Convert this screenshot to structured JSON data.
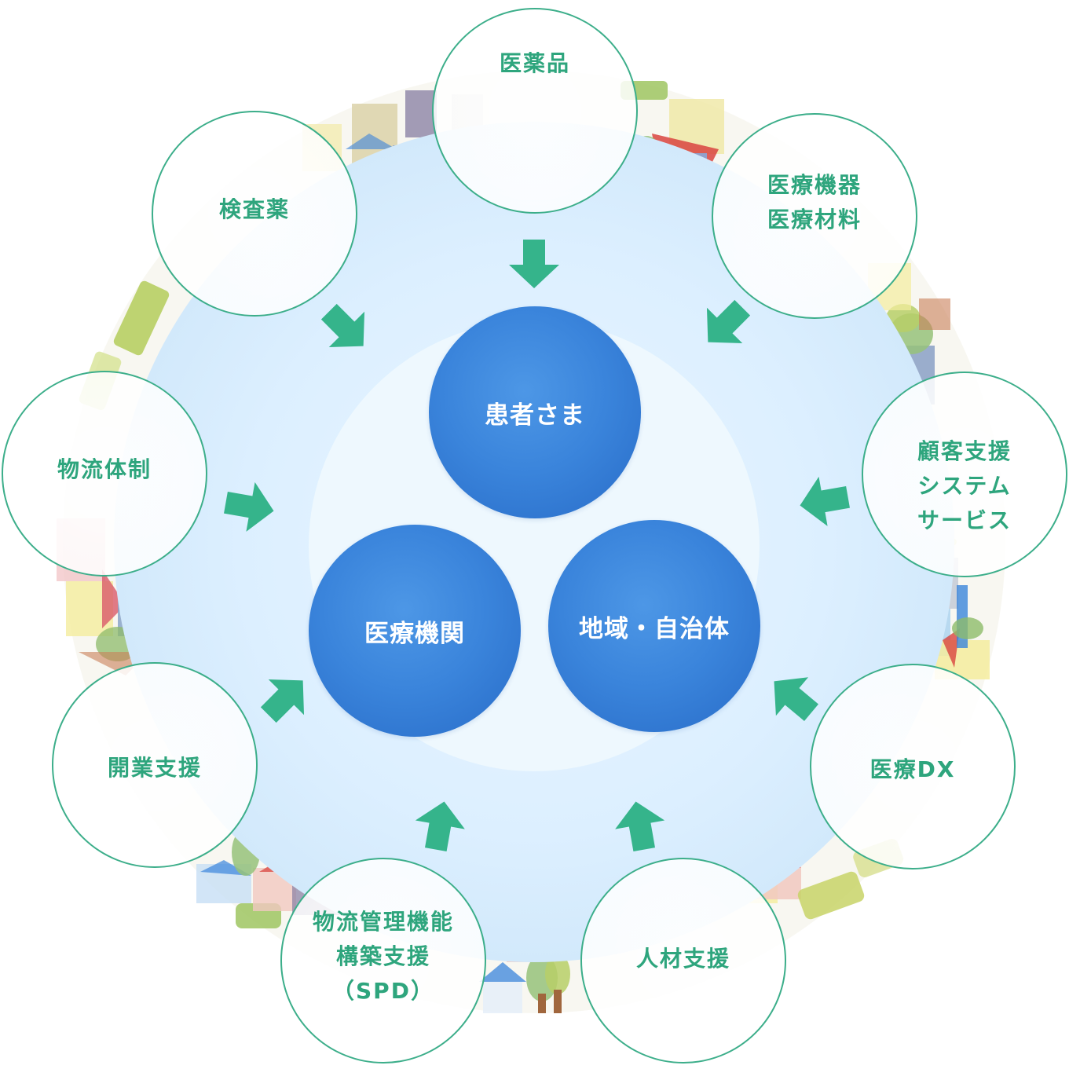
{
  "core": {
    "patient": "患者さま",
    "hospital": "医療機関",
    "region": "地域・自治体"
  },
  "services": {
    "pharma": "医薬品",
    "devices": "医療機器\n医療材料",
    "crm": "顧客支援\nシステム\nサービス",
    "dx": "医療DX",
    "hr": "人材支援",
    "spd": "物流管理機能\n構築支援\n（SPD）",
    "startup": "開業支援",
    "logistics": "物流体制",
    "test_drug": "検査薬"
  },
  "colors": {
    "accent_green": "#35b48b",
    "label_green": "#2ea57d",
    "core_blue": "#3a84db",
    "ring_light_blue": "#d8ecfb",
    "inner_white_blue": "#eef8fe"
  },
  "icons": {
    "arrow": "arrow-pointing-center",
    "background": "townscape-ring-illustration"
  }
}
